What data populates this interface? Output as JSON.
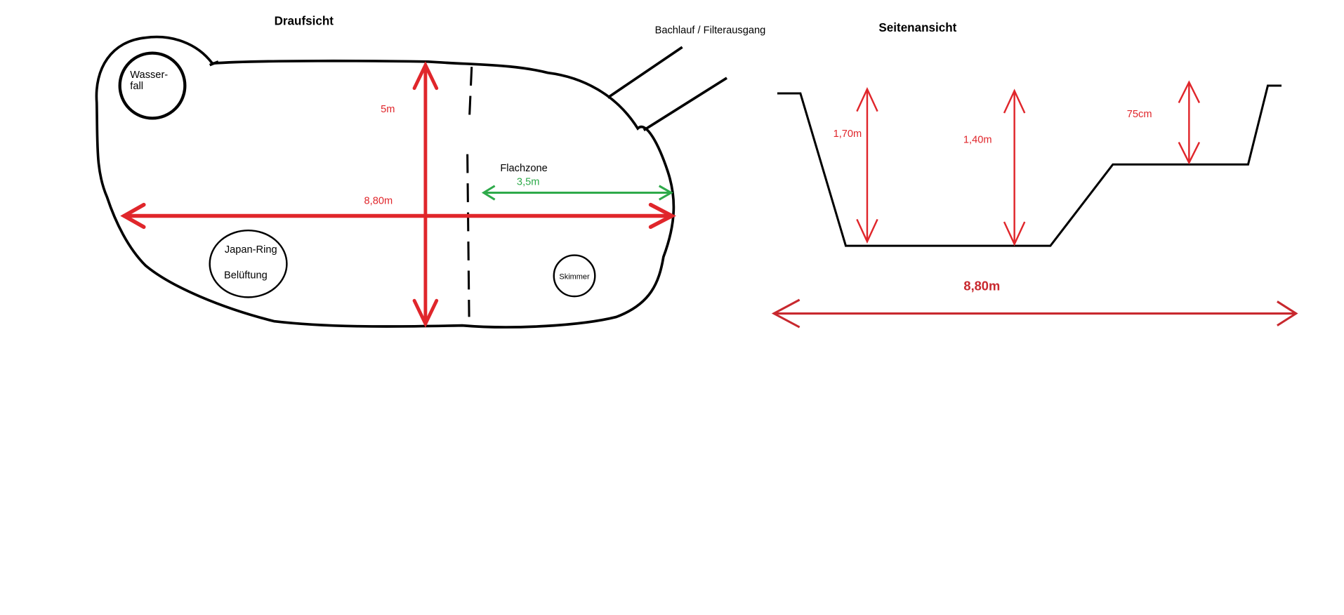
{
  "top_view": {
    "title": "Draufsicht",
    "waterfall_label_1": "Wasser-",
    "waterfall_label_2": "fall",
    "stream_label": "Bachlauf / Filterausgang",
    "depth_label": "5m",
    "length_label": "8,80m",
    "shallow_zone_label": "Flachzone",
    "shallow_zone_width": "3,5m",
    "aeration_label_1": "Japan-Ring",
    "aeration_label_2": "Belüftung",
    "skimmer_label": "Skimmer"
  },
  "side_view": {
    "title": "Seitenansicht",
    "depth_1": "1,70m",
    "depth_2": "1,40m",
    "depth_3": "75cm",
    "length": "8,80m"
  },
  "colors": {
    "outline": "#000000",
    "dimension": "#e0262b",
    "shallow": "#2eaa4a",
    "side_dimension": "#c8282e"
  }
}
